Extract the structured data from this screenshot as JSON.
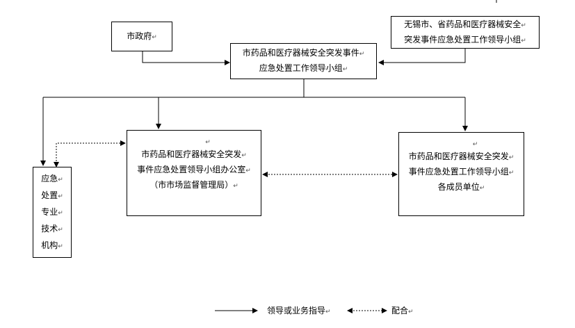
{
  "diagram": {
    "paragraph_mark": "↵",
    "nodes": {
      "city_government": {
        "lines": [
          "市政府"
        ]
      },
      "wuxi_provincial_group": {
        "lines": [
          "无锡市、省药品和医疗器械安全",
          "突发事件应急处置工作领导小组"
        ]
      },
      "city_leading_group": {
        "lines": [
          "市药品和医疗器械安全突发事件",
          "应急处置工作领导小组"
        ]
      },
      "emergency_tech_agency": {
        "lines": [
          "应急",
          "处置",
          "专业",
          "技术",
          "机构"
        ]
      },
      "leading_group_office": {
        "lines": [
          "市药品和医疗器械安全突发",
          "事件应急处置领导小组办公室",
          "（市市场监督管理局）"
        ]
      },
      "member_units": {
        "lines": [
          "市药品和医疗器械安全突发",
          "事件应急处置工作领导小组",
          "各成员单位"
        ]
      }
    },
    "legend": {
      "leadership": "领导或业务指导",
      "coordination": "配合"
    }
  }
}
